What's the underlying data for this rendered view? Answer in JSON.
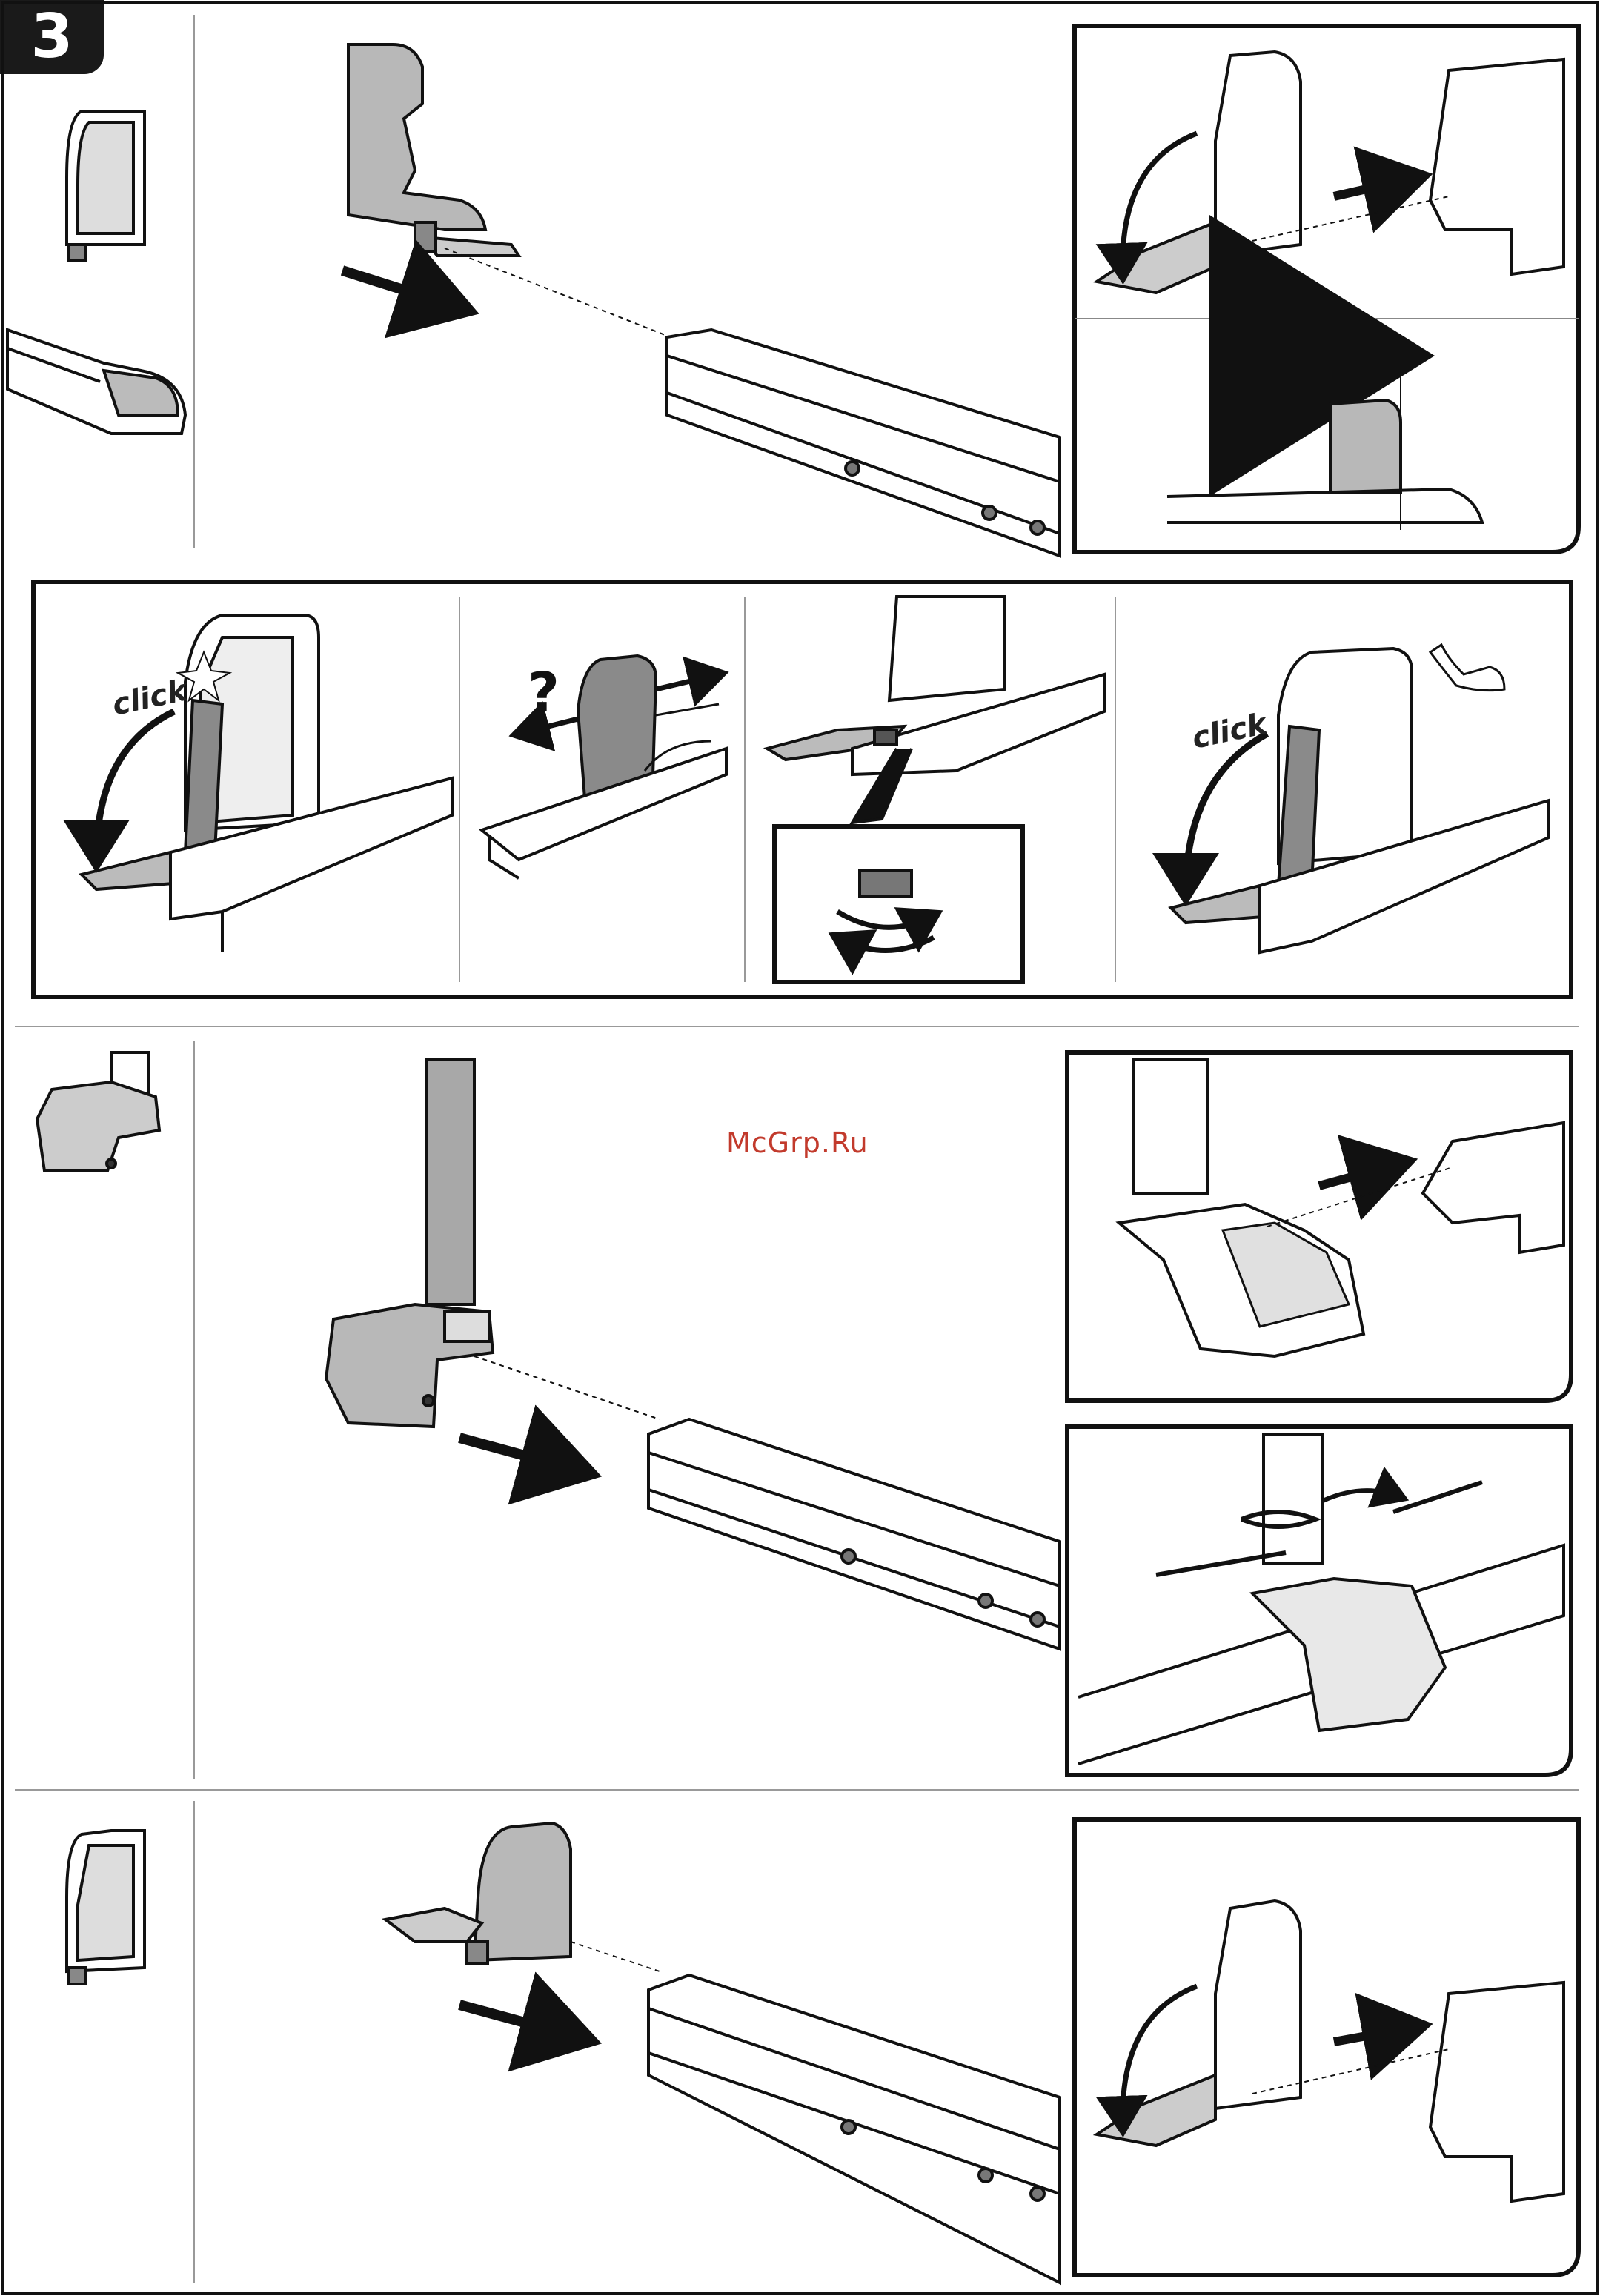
{
  "page": {
    "step_number": "3",
    "watermark": "McGrp.Ru"
  },
  "labels": {
    "click_1": "click",
    "click_2": "click",
    "question": "?"
  },
  "colors": {
    "ink": "#111111",
    "part_fill": "#b8b8b8",
    "part_dark": "#7a7a7a",
    "watermark": "#c23a2c"
  },
  "icons": {
    "arm_flex": "strength-arm-icon",
    "rotate": "rotate-arrows-icon"
  }
}
